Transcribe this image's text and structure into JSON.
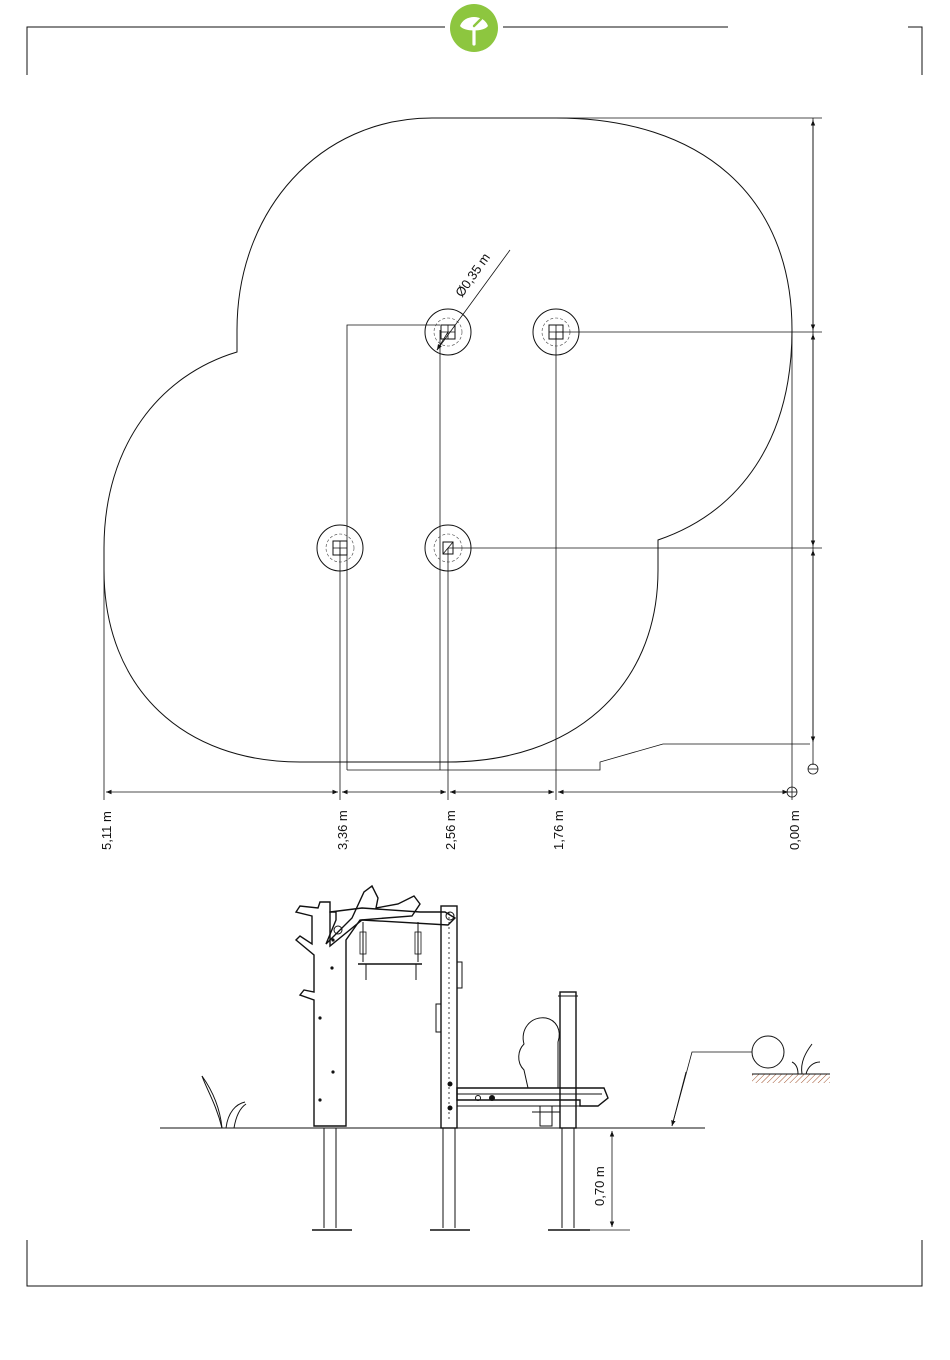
{
  "logo": {
    "icon": "tree-leaf-logo-icon",
    "color": "#8dc63f"
  },
  "plan": {
    "diameter_label": "Ø0,35 m",
    "dimensions": [
      {
        "id": "d511",
        "label": "5,11 m"
      },
      {
        "id": "d336",
        "label": "3,36 m"
      },
      {
        "id": "d256",
        "label": "2,56 m"
      },
      {
        "id": "d176",
        "label": "1,76 m"
      },
      {
        "id": "d000",
        "label": "0,00 m"
      }
    ]
  },
  "elevation": {
    "depth_label": "0,70 m"
  }
}
